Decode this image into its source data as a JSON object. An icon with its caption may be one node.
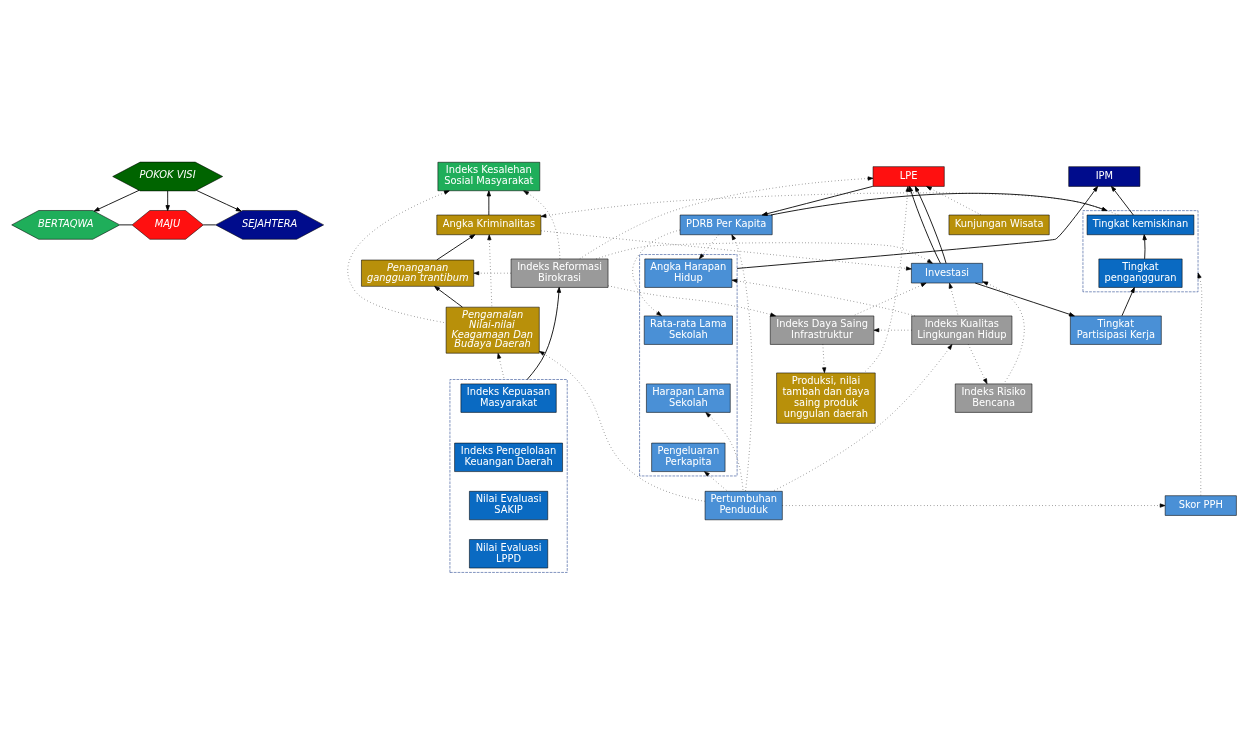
{
  "diagram": {
    "nodes": [
      {
        "text": [
          "POKOK VISI"
        ]
      },
      {
        "text": [
          "BERTAQWA"
        ]
      },
      {
        "text": [
          "MAJU"
        ]
      },
      {
        "text": [
          "SEJAHTERA"
        ]
      },
      {
        "text": [
          "Indeks Kesalehan Sosial Masyarakat"
        ]
      },
      {
        "text": [
          "Angka Kriminalitas"
        ]
      },
      {
        "text": [
          "Penanganan gangguan trantibum"
        ]
      },
      {
        "text": [
          "Pengamalan Nilai-nilai Keagamaan Dan Budaya Daerah"
        ]
      },
      {
        "text": [
          "Indeks Reformasi Birokrasi"
        ]
      },
      {
        "text": [],
        "shape": "box"
      },
      {
        "text": [
          "Indeks Kepuasan Masyarakat"
        ],
        "in": 9
      },
      {
        "text": [
          "Indeks Pengelolaan Keuangan Daerah"
        ],
        "in": 9
      },
      {
        "text": [
          "Nilai Evaluasi SAKIP"
        ],
        "in": 9
      },
      {
        "text": [
          "Nilai Evaluasi LPPD"
        ],
        "in": 9
      },
      {
        "text": [
          "LPE"
        ]
      },
      {
        "text": [
          "Investasi"
        ]
      },
      {
        "text": [
          "PDRB Per Kapita"
        ]
      },
      {
        "text": [
          "Indeks Daya Saing Infrastruktur"
        ]
      },
      {
        "text": [
          "Produksi, nilai tambah dan daya saing produk unggulan daerah"
        ]
      },
      {
        "text": [
          "Kunjungan Wisata"
        ]
      },
      {
        "text": [
          "Skor PPH"
        ]
      },
      {
        "text": [
          "Indeks Kualitas Lingkungan Hidup"
        ]
      },
      {
        "text": [
          "Indeks Risiko Bencana"
        ]
      },
      {
        "text": [
          "Pertumbuhan Penduduk"
        ]
      },
      {
        "text": [
          "IPM"
        ]
      },
      {
        "text": [],
        "shape": "box"
      },
      {
        "text": [
          "Tingkat kemiskinan"
        ],
        "in": 25
      },
      {
        "text": [
          "Tingkat pengangguran"
        ],
        "in": 25
      },
      {
        "text": [
          "Tingkat Partisipasi Kerja"
        ]
      },
      {
        "text": [],
        "shape": "box"
      },
      {
        "text": [
          "Angka Harapan Hidup"
        ],
        "in": 29
      },
      {
        "text": [
          "Rata-rata Lama Sekolah"
        ],
        "in": 29
      },
      {
        "text": [
          "Harapan Lama Sekolah"
        ],
        "in": 29
      },
      {
        "text": [
          "Pengeluaran Perkapita"
        ],
        "in": 29
      }
    ],
    "edges": [
      {
        "from": 0,
        "to": 1,
        "arrow": "to"
      },
      {
        "from": 0,
        "to": 2,
        "arrow": "to"
      },
      {
        "from": 0,
        "to": 3,
        "arrow": "to"
      },
      {
        "from": 1,
        "to": 2,
        "arrow": "none"
      },
      {
        "from": 2,
        "to": 3,
        "arrow": "none"
      },
      {
        "from": 5,
        "to": 4,
        "arrow": "to"
      },
      {
        "from": 6,
        "to": 5,
        "arrow": "to"
      },
      {
        "from": 7,
        "to": 6,
        "arrow": "to"
      },
      {
        "from": 7,
        "to": 4,
        "arrow": "to",
        "style": "dashed"
      },
      {
        "from": 7,
        "to": 5,
        "arrow": "to",
        "style": "dashed"
      },
      {
        "from": 8,
        "to": 4,
        "arrow": "to",
        "style": "dashed"
      },
      {
        "from": 8,
        "to": 6,
        "arrow": "to",
        "style": "dashed"
      },
      {
        "from": 26,
        "to": 5,
        "arrow": "to",
        "style": "dashed"
      },
      {
        "from": 5,
        "to": 15,
        "arrow": "to",
        "style": "dashed"
      },
      {
        "from": 8,
        "to": 14,
        "arrow": "to",
        "style": "dashed"
      },
      {
        "from": 8,
        "to": 15,
        "arrow": "to",
        "style": "dashed"
      },
      {
        "from": 8,
        "to": 17,
        "arrow": "to",
        "style": "dashed"
      },
      {
        "from": 9,
        "to": 8,
        "arrow": "to"
      },
      {
        "from": 9,
        "to": 7,
        "arrow": "to",
        "style": "dashed"
      },
      {
        "from": 14,
        "to": 16,
        "arrow": "to"
      },
      {
        "from": 15,
        "to": 14,
        "arrow": "to"
      },
      {
        "from": 15,
        "to": 14,
        "arrow": "to"
      },
      {
        "from": 16,
        "to": 25,
        "arrow": "to"
      },
      {
        "from": 15,
        "to": 28,
        "arrow": "to"
      },
      {
        "from": 28,
        "to": 27,
        "arrow": "to"
      },
      {
        "from": 27,
        "to": 26,
        "arrow": "to"
      },
      {
        "from": 26,
        "to": 24,
        "arrow": "to"
      },
      {
        "from": 29,
        "to": 24,
        "arrow": "to"
      },
      {
        "from": 16,
        "to": 31,
        "arrow": "to",
        "style": "dashed"
      },
      {
        "from": 16,
        "to": 30,
        "arrow": "to",
        "style": "dashed"
      },
      {
        "from": 21,
        "to": 17,
        "arrow": "to",
        "style": "dashed"
      },
      {
        "from": 21,
        "to": 15,
        "arrow": "to",
        "style": "dashed"
      },
      {
        "from": 21,
        "to": 22,
        "arrow": "to",
        "style": "dashed"
      },
      {
        "from": 21,
        "to": 30,
        "arrow": "to",
        "style": "dashed"
      },
      {
        "from": 22,
        "to": 15,
        "arrow": "to",
        "style": "dashed"
      },
      {
        "from": 23,
        "to": 20,
        "arrow": "to",
        "style": "dashed"
      },
      {
        "from": 23,
        "to": 21,
        "arrow": "to",
        "style": "dashed"
      },
      {
        "from": 23,
        "to": 16,
        "arrow": "to",
        "style": "dashed"
      },
      {
        "from": 23,
        "to": 32,
        "arrow": "to",
        "style": "dashed"
      },
      {
        "from": 23,
        "to": 33,
        "arrow": "to",
        "style": "dashed"
      },
      {
        "from": 23,
        "to": 7,
        "arrow": "to",
        "style": "dashed"
      },
      {
        "from": 20,
        "to": 25,
        "arrow": "to",
        "style": "dashed"
      },
      {
        "from": 17,
        "to": 18,
        "arrow": "to",
        "style": "dashed"
      },
      {
        "from": 17,
        "to": 15,
        "arrow": "to",
        "style": "dashed"
      },
      {
        "from": 18,
        "to": 14,
        "arrow": "to",
        "style": "dashed"
      },
      {
        "from": 19,
        "to": 14,
        "arrow": "to",
        "style": "dashed"
      }
    ]
  }
}
